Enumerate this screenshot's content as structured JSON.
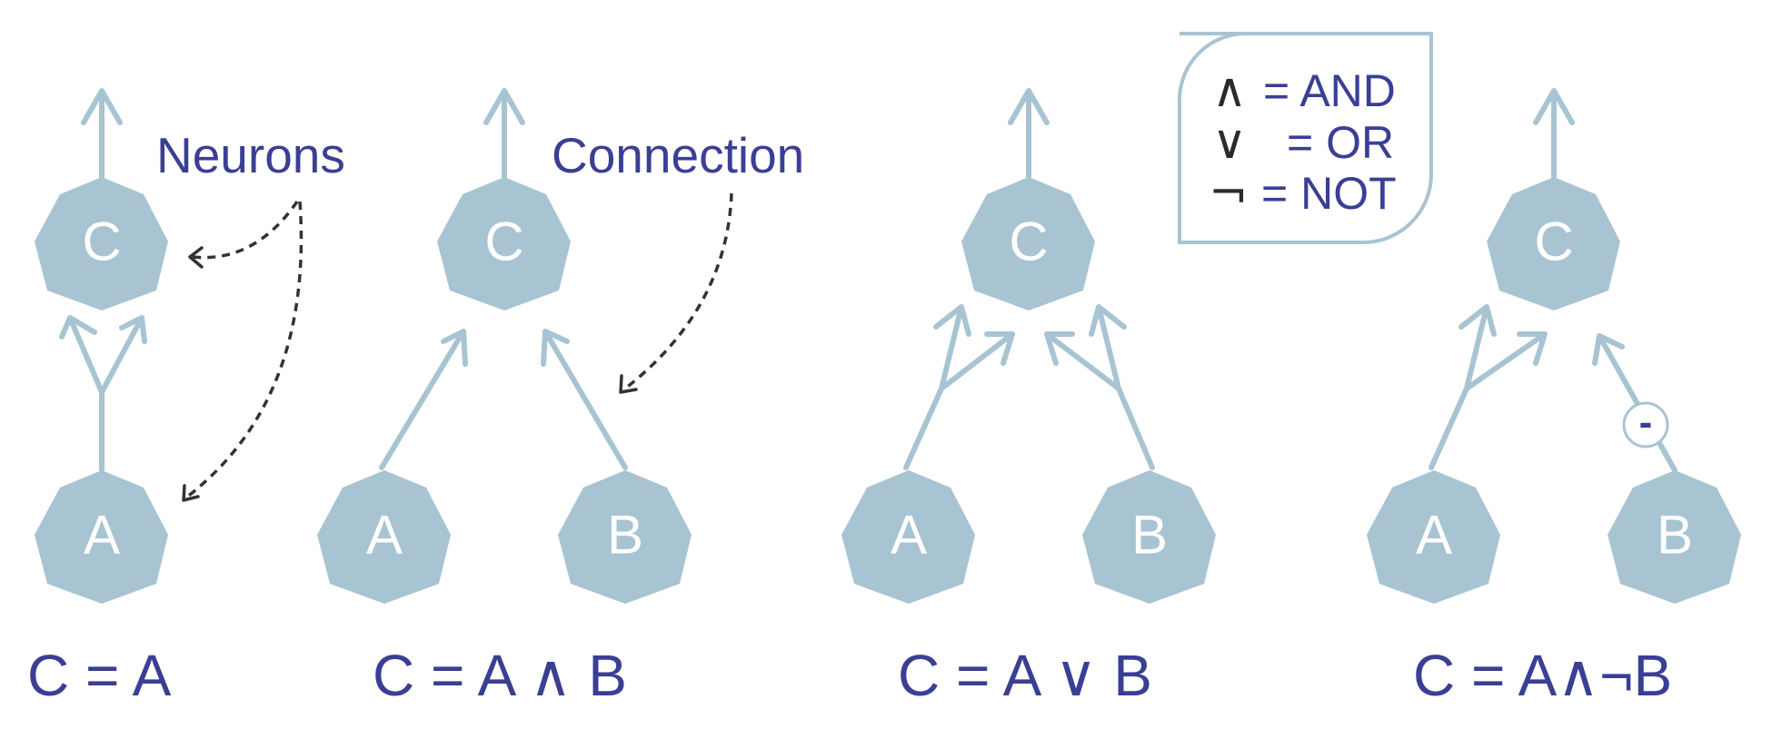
{
  "neuron_labels": {
    "p1_c": "C",
    "p1_a": "A",
    "p2_c": "C",
    "p2_a": "A",
    "p2_b": "B",
    "p3_c": "C",
    "p3_a": "A",
    "p3_b": "B",
    "p4_c": "C",
    "p4_a": "A",
    "p4_b": "B"
  },
  "callouts": {
    "neurons": "Neurons",
    "connection": "Connection"
  },
  "legend": {
    "and_symbol": "∧",
    "and_text": "= AND",
    "or_symbol": "∨",
    "or_text": "= OR",
    "not_symbol": "¬",
    "not_text": "= NOT"
  },
  "inhibitory_sign": "-",
  "formulas": {
    "p1": "C = A",
    "p2": "C = A ∧ B",
    "p3": "C = A ∨ B",
    "p4": "C = A∧¬B"
  },
  "colors": {
    "neuron": "#a8c4d2",
    "text": "#3a3f94",
    "dashed_arrow": "#333333"
  }
}
